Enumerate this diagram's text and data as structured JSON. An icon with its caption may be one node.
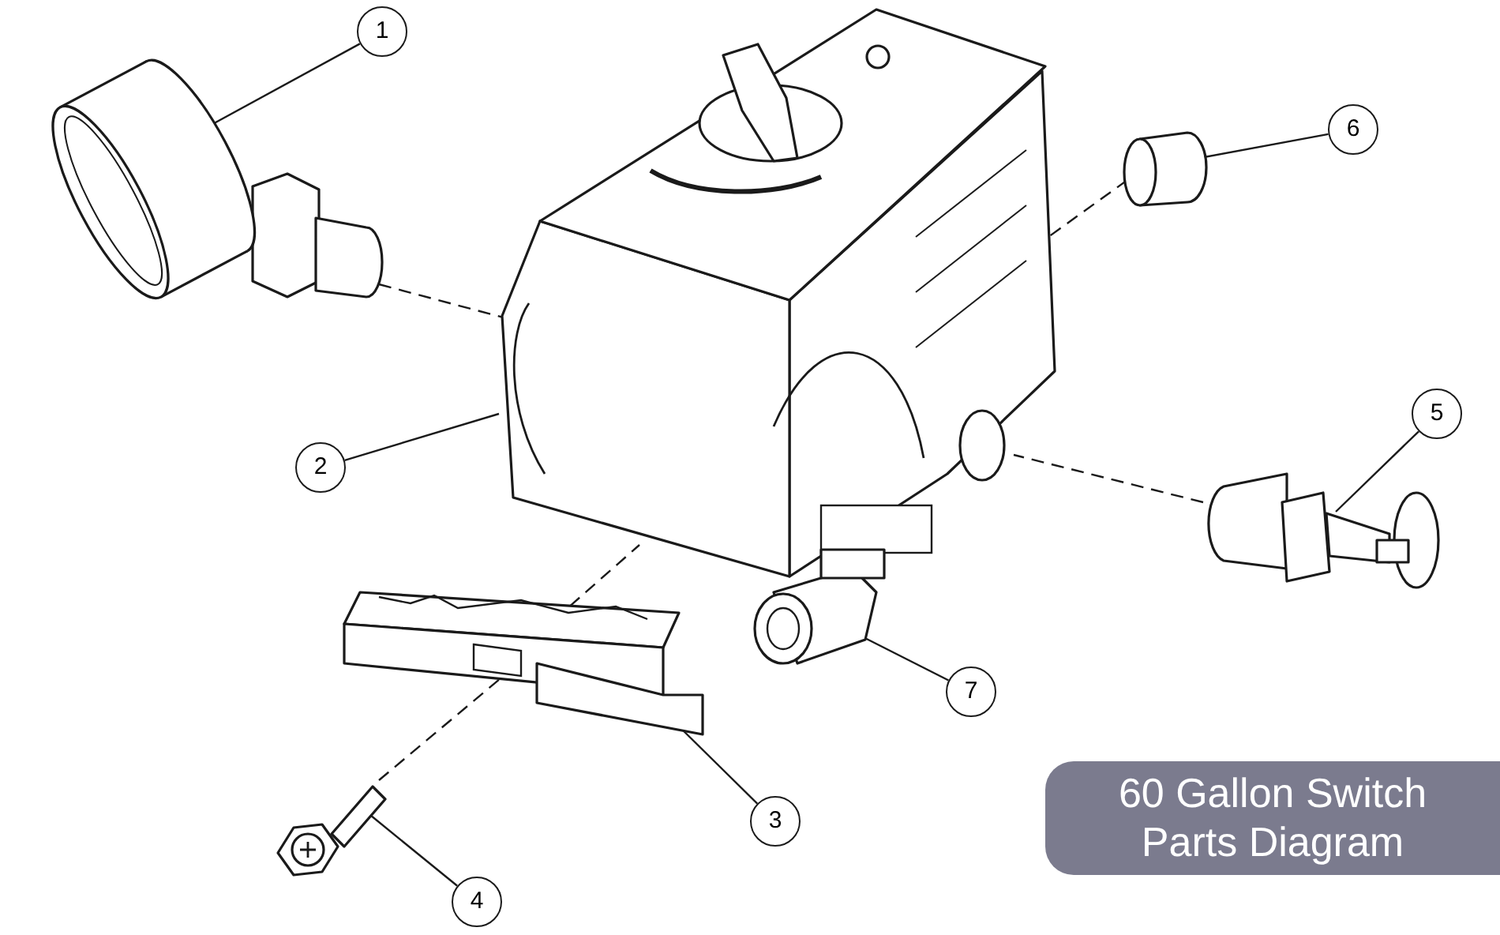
{
  "diagram": {
    "title": "60 Gallon Switch Parts Diagram",
    "nodes": [
      {
        "text": [
          "1"
        ]
      },
      {
        "text": [],
        "shape": "picture"
      },
      {
        "text": [
          "2"
        ]
      },
      {
        "text": [],
        "shape": "picture"
      },
      {
        "text": [
          "6"
        ]
      },
      {
        "text": [],
        "shape": "cylinder"
      },
      {
        "text": [
          "5"
        ]
      },
      {
        "text": [],
        "shape": "picture"
      },
      {
        "text": [
          "7"
        ]
      },
      {
        "text": [],
        "shape": "picture"
      },
      {
        "text": [],
        "shape": "picture"
      },
      {
        "text": [
          "3"
        ]
      },
      {
        "text": [],
        "shape": "picture"
      },
      {
        "text": [
          "4"
        ]
      }
    ],
    "edges": [
      {
        "from": 0,
        "to": 1,
        "arrow": "none"
      },
      {
        "from": 2,
        "to": 3,
        "arrow": "none"
      },
      {
        "from": 4,
        "to": 5,
        "arrow": "none"
      },
      {
        "from": 6,
        "to": 7,
        "arrow": "none"
      },
      {
        "from": 8,
        "to": 9,
        "arrow": "none"
      },
      {
        "from": 11,
        "to": 10,
        "arrow": "none"
      },
      {
        "from": 13,
        "to": 12,
        "arrow": "none"
      },
      {
        "from": 1,
        "to": 3,
        "arrow": "none",
        "style": "dashed"
      },
      {
        "from": 5,
        "to": 3,
        "arrow": "none",
        "style": "dashed"
      },
      {
        "from": 7,
        "to": 3,
        "arrow": "none",
        "style": "dashed"
      },
      {
        "from": 10,
        "to": 3,
        "arrow": "none",
        "style": "dashed"
      },
      {
        "from": 12,
        "to": 10,
        "arrow": "none",
        "style": "dashed"
      }
    ]
  }
}
